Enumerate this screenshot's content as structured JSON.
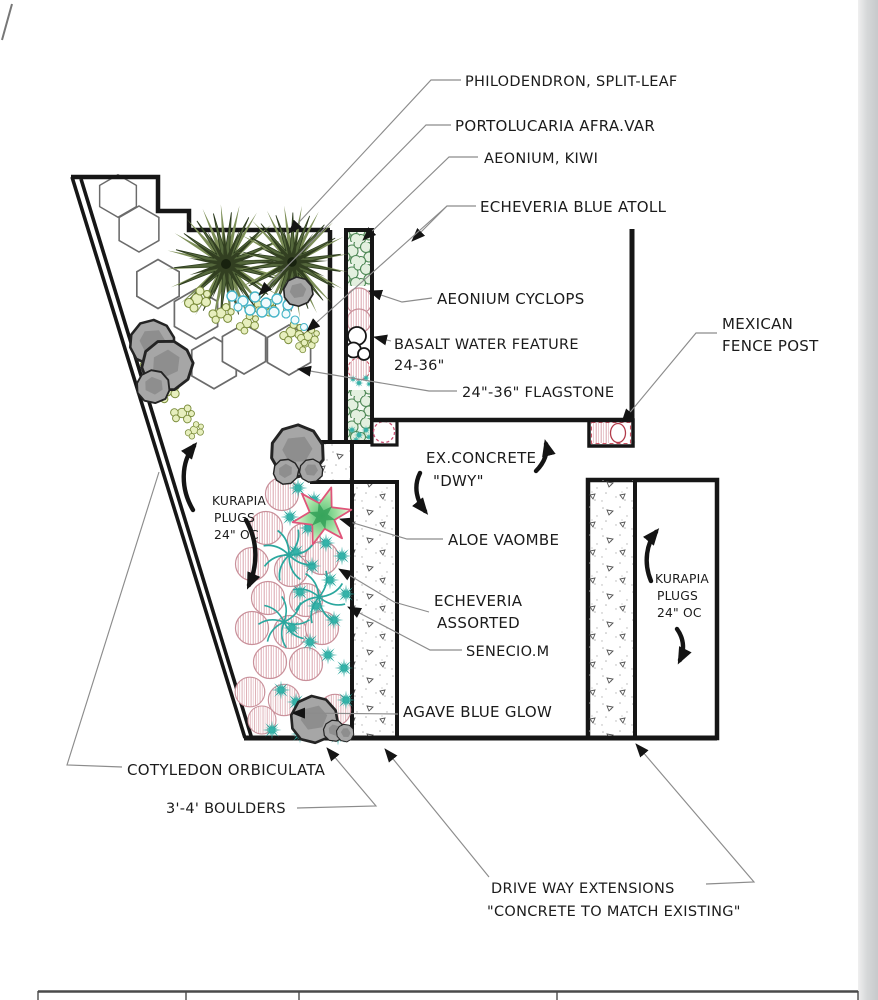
{
  "document": {
    "type": "landscape planting plan drawing",
    "colors": {
      "line_black": "#161616",
      "leader_gray": "#8c8c8c",
      "plant_teal": "#2aa79e",
      "plant_pink_hatch": "#c9909a",
      "strip_green": "#4c8653",
      "philodendron_green": "#55683c",
      "aloe_outline": "#e0557a",
      "boulder_gray": "#a6a6a6",
      "page_edge_shadow": "#c9cbcc"
    }
  },
  "callouts": {
    "philodendron": "PHILODENDRON, SPLIT-LEAF",
    "portolucaria": "PORTOLUCARIA AFRA.VAR",
    "aeonium_kiwi": "AEONIUM, KIWI",
    "echeveria_blue_atoll": "ECHEVERIA BLUE ATOLL",
    "aeonium_cyclops": "AEONIUM CYCLOPS",
    "basalt_water_feature": [
      "BASALT WATER FEATURE",
      "24-36\""
    ],
    "flagstone": "24\"-36\" FLAGSTONE",
    "mexican_fence_post": [
      "MEXICAN",
      "FENCE POST"
    ],
    "ex_concrete": [
      "EX.CONCRETE",
      "\"DWY\""
    ],
    "aloe_vaombe": "ALOE VAOMBE",
    "echeveria_assorted": [
      "ECHEVERIA",
      "ASSORTED"
    ],
    "senecio": "SENECIO.M",
    "agave_blue_glow": "AGAVE BLUE GLOW",
    "cotyledon_orbiculata": "COTYLEDON ORBICULATA",
    "boulders": "3'-4' BOULDERS",
    "driveway_extensions": [
      "DRIVE WAY EXTENSIONS",
      "\"CONCRETE TO MATCH EXISTING\""
    ],
    "kurapia_left": [
      "KURAPIA",
      "PLUGS",
      "24\" OC"
    ],
    "kurapia_right": [
      "KURAPIA",
      "PLUGS",
      "24\" OC"
    ]
  }
}
